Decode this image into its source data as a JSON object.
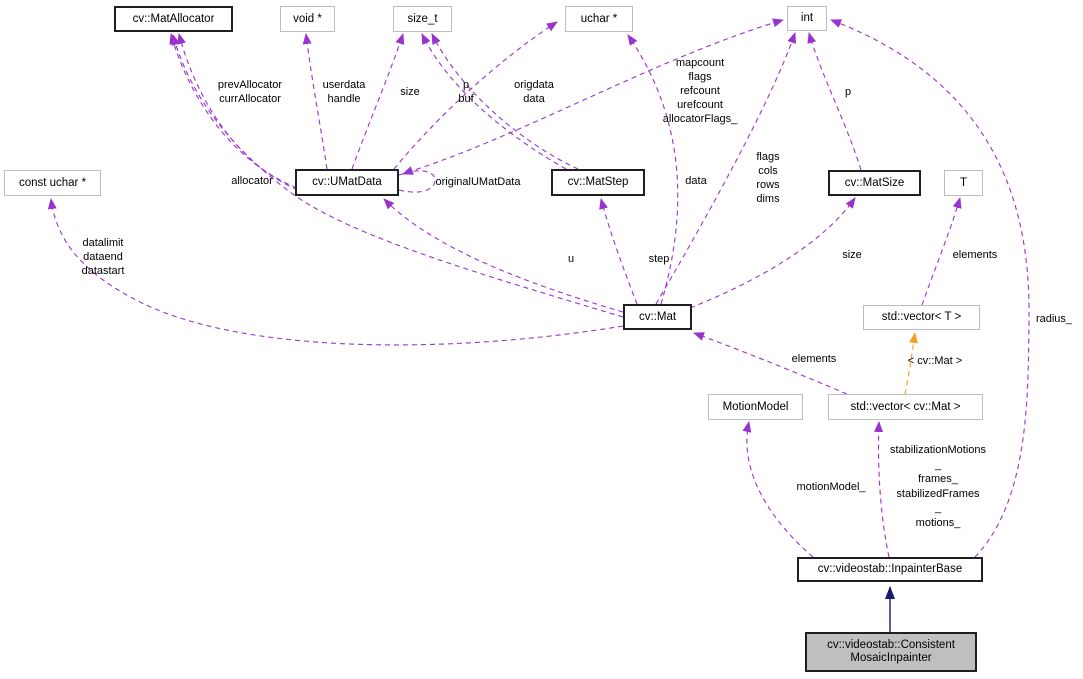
{
  "diagram": {
    "nodes": {
      "mat_allocator": "cv::MatAllocator",
      "void_ptr": "void *",
      "size_t": "size_t",
      "uchar_ptr": "uchar *",
      "int": "int",
      "const_uchar_ptr": "const uchar *",
      "umat_data": "cv::UMatData",
      "mat_step": "cv::MatStep",
      "mat_size": "cv::MatSize",
      "t": "T",
      "mat": "cv::Mat",
      "vector_t": "std::vector< T >",
      "motion_model": "MotionModel",
      "vector_mat": "std::vector< cv::Mat >",
      "inpainter_base": "cv::videostab::InpainterBase",
      "consistent_mosaic_inpainter": "cv::videostab::Consistent\nMosaicInpainter"
    },
    "edge_labels": {
      "prev_curr_allocator": "prevAllocator\ncurrAllocator",
      "userdata_handle": "userdata\nhandle",
      "umatdata_size": "size",
      "p_buf": "p\nbuf",
      "origdata_data": "origdata\ndata",
      "umatdata_int_fields": "mapcount\nflags\nrefcount\nurefcount\nallocatorFlags_",
      "matsize_p": "p",
      "mat_int_fields": "flags\ncols\nrows\ndims",
      "allocator": "allocator",
      "original_umatdata": "originalUMatData",
      "mat_data": "data",
      "mat_data_pointers": "datalimit\ndataend\ndatastart",
      "u": "u",
      "step": "step",
      "mat_size_field": "size",
      "vector_t_elements": "elements",
      "radius": "radius_",
      "vector_mat_elements": "elements",
      "template_args": "< cv::Mat >",
      "motion_model_field": "motionModel_",
      "inpainter_vector_fields": "stabilizationMotions\n_\nframes_\nstabilizedFrames\n_\nmotions_"
    },
    "colors": {
      "usage_edge": "#9a32cd",
      "template_edge": "#f5a028",
      "inheritance_edge": "#191970",
      "selected_node_fill": "#bfbfbf",
      "class_node_border": "#1f1f1f",
      "plain_node_border": "#bdbdbd"
    }
  }
}
